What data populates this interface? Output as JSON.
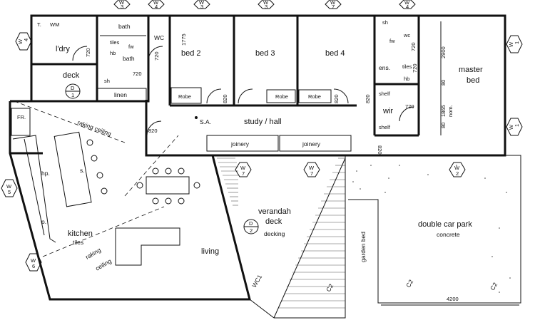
{
  "rooms": {
    "bed2": "bed 2",
    "bed3": "bed 3",
    "bed4": "bed 4",
    "master_bed_1": "master",
    "master_bed_2": "bed",
    "study_hall": "study / hall",
    "kitchen": "kitchen",
    "kitchen_sub": "tiles",
    "living": "living",
    "deck": "deck",
    "laundry": "l'dry",
    "bath_top": "bath",
    "bath_lower": "bath",
    "wc": "WC",
    "verandah_1": "verandah",
    "verandah_2": "deck",
    "verandah_sub": "decking",
    "carpark_1": "double car park",
    "carpark_sub": "concrete",
    "ensuite": "ens.",
    "wir": "wir",
    "linen": "linen",
    "garden_bed": "garden bed"
  },
  "fixtures": {
    "t": "T.",
    "wm": "WM",
    "sh_1": "sh",
    "sh_2": "sh",
    "wc_small": "wc",
    "fw_1": "fw",
    "fw_2": "fw",
    "tiles_1": "tiles",
    "tiles_2": "tiles",
    "hb_1": "hb",
    "hb_2": "hb",
    "robe_1": "Robe",
    "robe_2": "Robe",
    "robe_3": "Robe",
    "shelf_1": "shelf",
    "shelf_2": "shelf",
    "joinery_1": "joinery",
    "joinery_2": "joinery",
    "fr": "FR.",
    "hp": "hp.",
    "p": "p.",
    "s": "s.",
    "sa": "S.A.",
    "raking_1": "raking ceiling",
    "raking_2": "raking",
    "raking_3": "ceiling",
    "wc1": "WC1",
    "c2_1": "C2",
    "c2_2": "C2",
    "c2_3": "C2"
  },
  "dimensions": {
    "d720_1": "720",
    "d720_2": "720",
    "d720_3": "720",
    "d720_4": "720",
    "d720_5": "720",
    "d720_6": "720",
    "d1775": "1775",
    "d820_1": "820",
    "d820_2": "820",
    "d820_3": "820",
    "d820_4": "820",
    "d820_5": "820",
    "d2900": "2900",
    "d80_1": "80",
    "d80_2": "80",
    "d1865": "1865",
    "nom": "nom.",
    "d4200": "4200"
  },
  "markers": {
    "w3_a": "W",
    "w3_a_n": "3",
    "w4_a": "W",
    "w4_a_n": "4",
    "w3_b": "W",
    "w3_b_n": "3",
    "w3_c": "W",
    "w3_c_n": "3",
    "w7_a": "W",
    "w7_a_n": "7",
    "w4_b": "W",
    "w4_b_n": "4",
    "w4_left": "W",
    "w4_left_n": "4",
    "w1_a": "W",
    "w1_a_n": "1",
    "w1_b": "W",
    "w1_b_n": "1",
    "w5": "W",
    "w5_n": "5",
    "w6": "W",
    "w6_n": "6",
    "w7_b": "W",
    "w7_b_n": "7",
    "w7_c": "W",
    "w7_c_n": "7",
    "w2": "W",
    "w2_n": "2",
    "d1": "D",
    "d1_n": "1",
    "d2": "D",
    "d2_n": "2"
  }
}
